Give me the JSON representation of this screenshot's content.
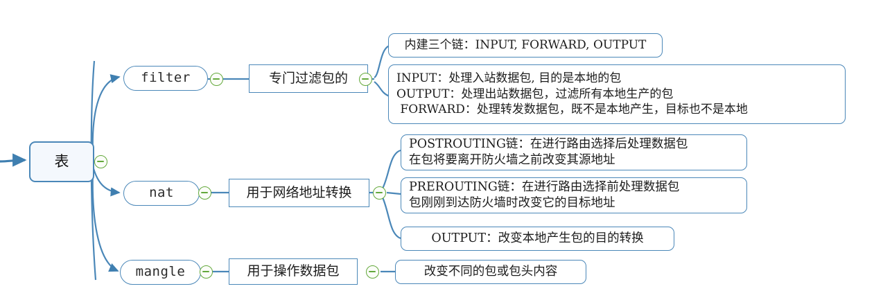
{
  "diagram": {
    "type": "mind-map",
    "title_text": "表",
    "line_color": "#4a87b8",
    "node_border_color": "#4a87b8",
    "root_fill": "#f4f8fd",
    "toggle_color": "#63a83b",
    "background": "#ffffff"
  },
  "root": {
    "label": "表",
    "toggle": "collapse-toggle"
  },
  "branches": [
    {
      "id": "filter",
      "label": "filter",
      "desc": "专门过滤包的",
      "details": [
        {
          "id": "filter-chains",
          "lines": [
            "内建三个链：INPUT, FORWARD, OUTPUT"
          ]
        },
        {
          "id": "filter-chain-detail",
          "lines": [
            "INPUT：处理入站数据包, 目的是本地的包",
            "OUTPUT：处理出站数据包，过滤所有本地生产的包",
            " FORWARD：处理转发数据包，既不是本地产生，目标也不是本地"
          ]
        }
      ]
    },
    {
      "id": "nat",
      "label": "nat",
      "desc": "用于网络地址转换",
      "details": [
        {
          "id": "nat-postrouting",
          "lines": [
            "POSTROUTING链：在进行路由选择后处理数据包",
            "在包将要离开防火墙之前改变其源地址"
          ]
        },
        {
          "id": "nat-prerouting",
          "lines": [
            "PREROUTING链：在进行路由选择前处理数据包",
            "包刚刚到达防火墙时改变它的目标地址"
          ]
        },
        {
          "id": "nat-output",
          "lines": [
            "OUTPUT：改变本地产生包的目的转换"
          ]
        }
      ]
    },
    {
      "id": "mangle",
      "label": "mangle",
      "desc": "用于操作数据包",
      "details": [
        {
          "id": "mangle-detail",
          "lines": [
            "改变不同的包或包头内容"
          ]
        }
      ]
    }
  ]
}
